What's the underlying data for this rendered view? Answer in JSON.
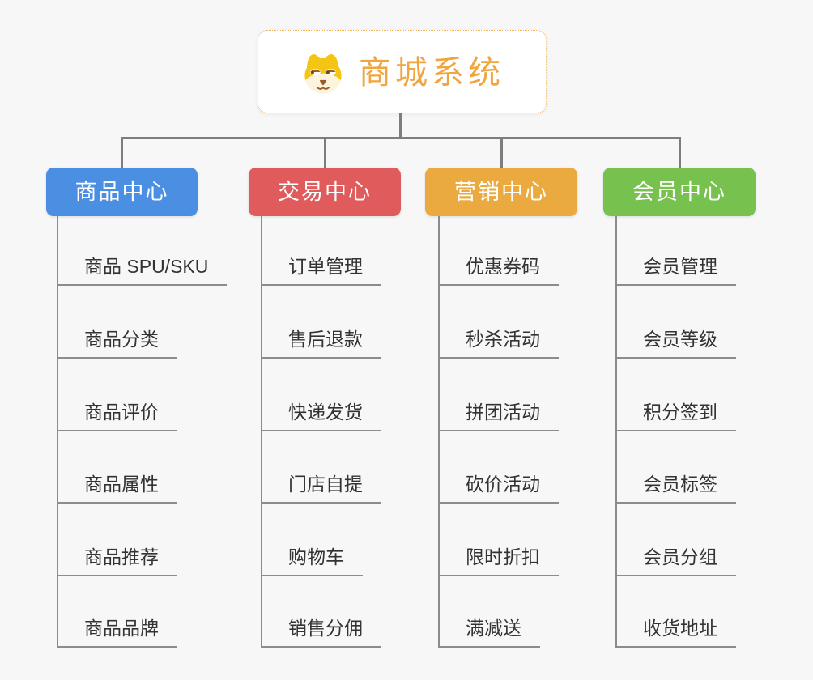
{
  "root": {
    "label": "商城系统",
    "text_color": "#F1A53E",
    "border_color": "#EFB35C",
    "icon": "doge-face-icon"
  },
  "colors": {
    "background": "#F7F7F7",
    "connector": "#7D7D7D",
    "leaf_line": "#8C8C8C",
    "leaf_text": "#333333",
    "branch_text": "#FFFFFF"
  },
  "branches": [
    {
      "label": "商品中心",
      "color": "#4B8FE2",
      "items": [
        "商品 SPU/SKU",
        "商品分类",
        "商品评价",
        "商品属性",
        "商品推荐",
        "商品品牌"
      ]
    },
    {
      "label": "交易中心",
      "color": "#E05C5C",
      "items": [
        "订单管理",
        "售后退款",
        "快递发货",
        "门店自提",
        "购物车",
        "销售分佣"
      ]
    },
    {
      "label": "营销中心",
      "color": "#EBAA3F",
      "items": [
        "优惠券码",
        "秒杀活动",
        "拼团活动",
        "砍价活动",
        "限时折扣",
        "满减送"
      ]
    },
    {
      "label": "会员中心",
      "color": "#77C24E",
      "items": [
        "会员管理",
        "会员等级",
        "积分签到",
        "会员标签",
        "会员分组",
        "收货地址"
      ]
    }
  ]
}
